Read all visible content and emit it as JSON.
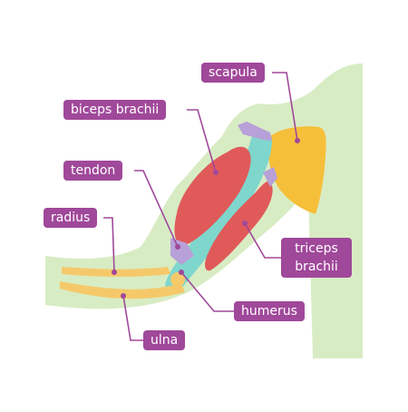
{
  "labels": {
    "scapula": "scapula",
    "biceps": "biceps brachii",
    "tendon": "tendon",
    "radius": "radius",
    "triceps": "triceps brachii",
    "humerus": "humerus",
    "ulna": "ulna"
  },
  "colors": {
    "label_bg": "#a0489a",
    "label_text": "#ffffff",
    "skin": "#d8ecc4",
    "muscle": "#e05a5a",
    "bone": "#f5c96a",
    "humerus": "#7fd6cc",
    "scapula": "#f6bf3a",
    "tendon": "#b8a0d8"
  }
}
